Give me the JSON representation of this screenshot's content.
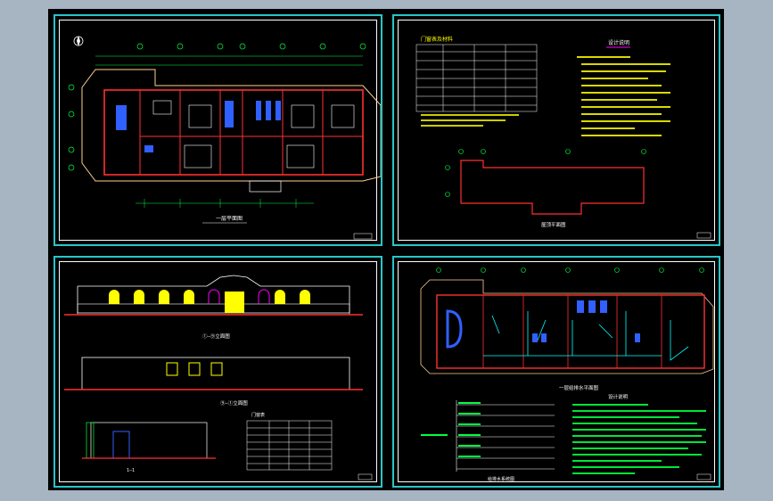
{
  "sheets": {
    "floor_plan": {
      "caption": "一层平面图"
    },
    "notes": {
      "table_title": "门窗表及材料",
      "notes_title": "设计说明",
      "plan_caption": "屋顶平面图"
    },
    "elevations": {
      "front_caption": "①—⑨立面图",
      "rear_caption": "⑨—①立面图",
      "section_caption": "1—1",
      "table_title": "门窗表"
    },
    "plumbing": {
      "caption": "一层给排水平面图",
      "notes_title": "设计说明",
      "system_caption": "给排水系统图"
    }
  },
  "colors": {
    "background": "#a7b4c2",
    "canvas": "#000000",
    "border": "#29c5c8",
    "line": "#ffffff",
    "wall": "#ff3030",
    "accent": "#ffff00",
    "pipe": "#00ff40",
    "water": "#3060ff",
    "magenta": "#ff00ff"
  }
}
